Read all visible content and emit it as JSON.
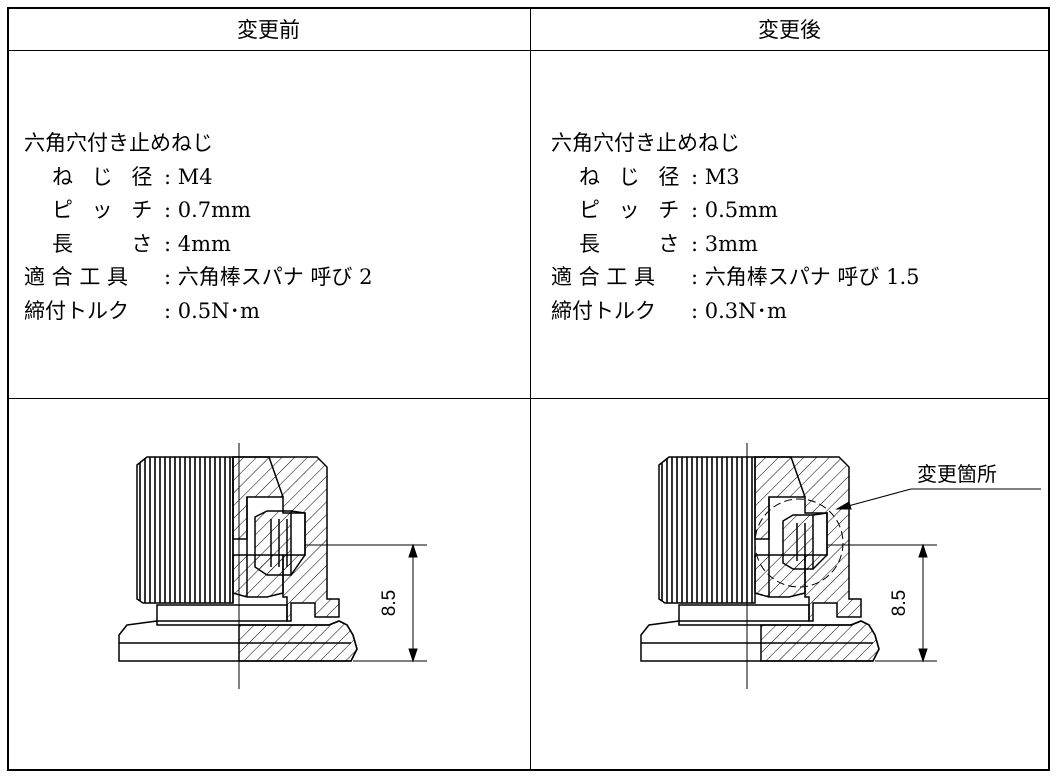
{
  "headers": {
    "before": "変更前",
    "after": "変更後"
  },
  "before": {
    "title": "六角穴付き止めねじ",
    "rows": [
      {
        "label": "ね じ 径",
        "value": ": M4",
        "indent": true
      },
      {
        "label": "ピ ッ チ",
        "value": ": 0.7mm",
        "indent": true
      },
      {
        "label": "長 　 さ",
        "value": ": 4mm",
        "indent": true
      },
      {
        "label": "適 合 工 具",
        "value": ": 六角棒スパナ 呼び 2",
        "indent": false
      },
      {
        "label": "締付トルク",
        "value": ": 0.5N･m",
        "indent": false
      }
    ],
    "dimension": "8.5"
  },
  "after": {
    "title": "六角穴付き止めねじ",
    "rows": [
      {
        "label": "ね じ 径",
        "value": ": M3",
        "indent": true
      },
      {
        "label": "ピ ッ チ",
        "value": ": 0.5mm",
        "indent": true
      },
      {
        "label": "長 　 さ",
        "value": ": 3mm",
        "indent": true
      },
      {
        "label": "適 合 工 具",
        "value": ": 六角棒スパナ 呼び 1.5",
        "indent": false
      },
      {
        "label": "締付トルク",
        "value": ": 0.3N･m",
        "indent": false
      }
    ],
    "dimension": "8.5",
    "callout": "変更箇所"
  }
}
